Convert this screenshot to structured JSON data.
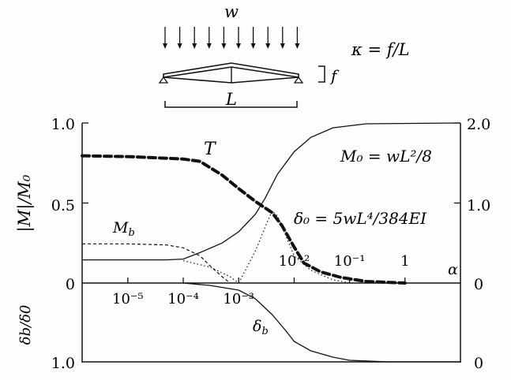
{
  "diagram": {
    "load_label": "w",
    "ratio_label": "κ = f/L",
    "rise_label": "f",
    "span_label": "L"
  },
  "chart_data": [
    {
      "type": "line",
      "title": "",
      "xlabel": "α",
      "xscale": "log",
      "xlim": [
        1.5e-06,
        10
      ],
      "xticks": [
        {
          "value": 1e-05,
          "label": "10⁻⁵",
          "placement": "below"
        },
        {
          "value": 0.0001,
          "label": "10⁻⁴",
          "placement": "below"
        },
        {
          "value": 0.001,
          "label": "10⁻³",
          "placement": "below"
        },
        {
          "value": 0.01,
          "label": "10⁻²",
          "placement": "above"
        },
        {
          "value": 0.1,
          "label": "10⁻¹",
          "placement": "above"
        },
        {
          "value": 1,
          "label": "1",
          "placement": "above"
        }
      ],
      "ylabel": "|M|/M₀",
      "ylim": [
        0,
        1.0
      ],
      "yticks": [
        "0",
        "0.5",
        "1.0"
      ],
      "y2lim": [
        0,
        2.0
      ],
      "y2ticks": [
        "0",
        "1.0",
        "2.0"
      ],
      "annotations": [
        "M₀ = wL²/8",
        "δ₀ = 5wL⁴/384EI"
      ],
      "series": [
        {
          "name": "T",
          "axis": "right",
          "style": "heavy-dash",
          "points": [
            [
              1.5e-06,
              1.59
            ],
            [
              1e-05,
              1.58
            ],
            [
              5e-05,
              1.56
            ],
            [
              0.0001,
              1.55
            ],
            [
              0.0002,
              1.52
            ],
            [
              0.0005,
              1.35
            ],
            [
              0.001,
              1.18
            ],
            [
              0.002,
              1.02
            ],
            [
              0.004,
              0.88
            ],
            [
              0.006,
              0.72
            ],
            [
              0.01,
              0.45
            ],
            [
              0.015,
              0.25
            ],
            [
              0.03,
              0.14
            ],
            [
              0.07,
              0.07
            ],
            [
              0.2,
              0.02
            ],
            [
              1,
              0.0
            ]
          ]
        },
        {
          "name": "M_b",
          "axis": "left",
          "style": "dashed",
          "points": [
            [
              1.5e-06,
              0.245
            ],
            [
              1e-05,
              0.245
            ],
            [
              5e-05,
              0.238
            ],
            [
              0.0001,
              0.22
            ],
            [
              0.0002,
              0.17
            ],
            [
              0.0003,
              0.11
            ],
            [
              0.0005,
              0.04
            ],
            [
              0.0007,
              0.0
            ]
          ]
        },
        {
          "name": "",
          "axis": "left",
          "style": "solid",
          "points": [
            [
              1.5e-06,
              0.145
            ],
            [
              1e-05,
              0.145
            ],
            [
              5e-05,
              0.145
            ],
            [
              0.0001,
              0.15
            ],
            [
              0.0002,
              0.19
            ],
            [
              0.0005,
              0.25
            ],
            [
              0.001,
              0.32
            ],
            [
              0.002,
              0.43
            ],
            [
              0.003,
              0.53
            ],
            [
              0.005,
              0.68
            ],
            [
              0.01,
              0.82
            ],
            [
              0.02,
              0.91
            ],
            [
              0.05,
              0.97
            ],
            [
              0.2,
              0.995
            ],
            [
              10,
              1.0
            ]
          ]
        },
        {
          "name": "",
          "axis": "left",
          "style": "dotted",
          "points": [
            [
              0.0001,
              0.14
            ],
            [
              0.0003,
              0.1
            ],
            [
              0.0007,
              0.04
            ],
            [
              0.001,
              0.0
            ]
          ]
        },
        {
          "name": "",
          "axis": "left",
          "style": "dotted",
          "points": [
            [
              0.001,
              0.0
            ],
            [
              0.002,
              0.2
            ],
            [
              0.003,
              0.35
            ],
            [
              0.004,
              0.45
            ],
            [
              0.005,
              0.42
            ],
            [
              0.007,
              0.3
            ],
            [
              0.01,
              0.17
            ],
            [
              0.02,
              0.08
            ],
            [
              0.05,
              0.02
            ],
            [
              0.1,
              0.0
            ]
          ]
        }
      ]
    },
    {
      "type": "line",
      "title": "",
      "xscale": "log",
      "xlim": [
        1.5e-06,
        10
      ],
      "ylabel": "δb/δ0",
      "ylim": [
        1.0,
        0
      ],
      "yticks": [
        "1.0"
      ],
      "y2ticks": [
        "0",
        "0"
      ],
      "series": [
        {
          "name": "δb",
          "axis": "left",
          "style": "solid",
          "points": [
            [
              0.0001,
              0.0
            ],
            [
              0.0003,
              0.03
            ],
            [
              0.001,
              0.09
            ],
            [
              0.002,
              0.2
            ],
            [
              0.004,
              0.4
            ],
            [
              0.007,
              0.6
            ],
            [
              0.01,
              0.74
            ],
            [
              0.02,
              0.86
            ],
            [
              0.05,
              0.94
            ],
            [
              0.1,
              0.98
            ],
            [
              0.5,
              1.0
            ],
            [
              10,
              1.0
            ]
          ]
        }
      ]
    }
  ]
}
